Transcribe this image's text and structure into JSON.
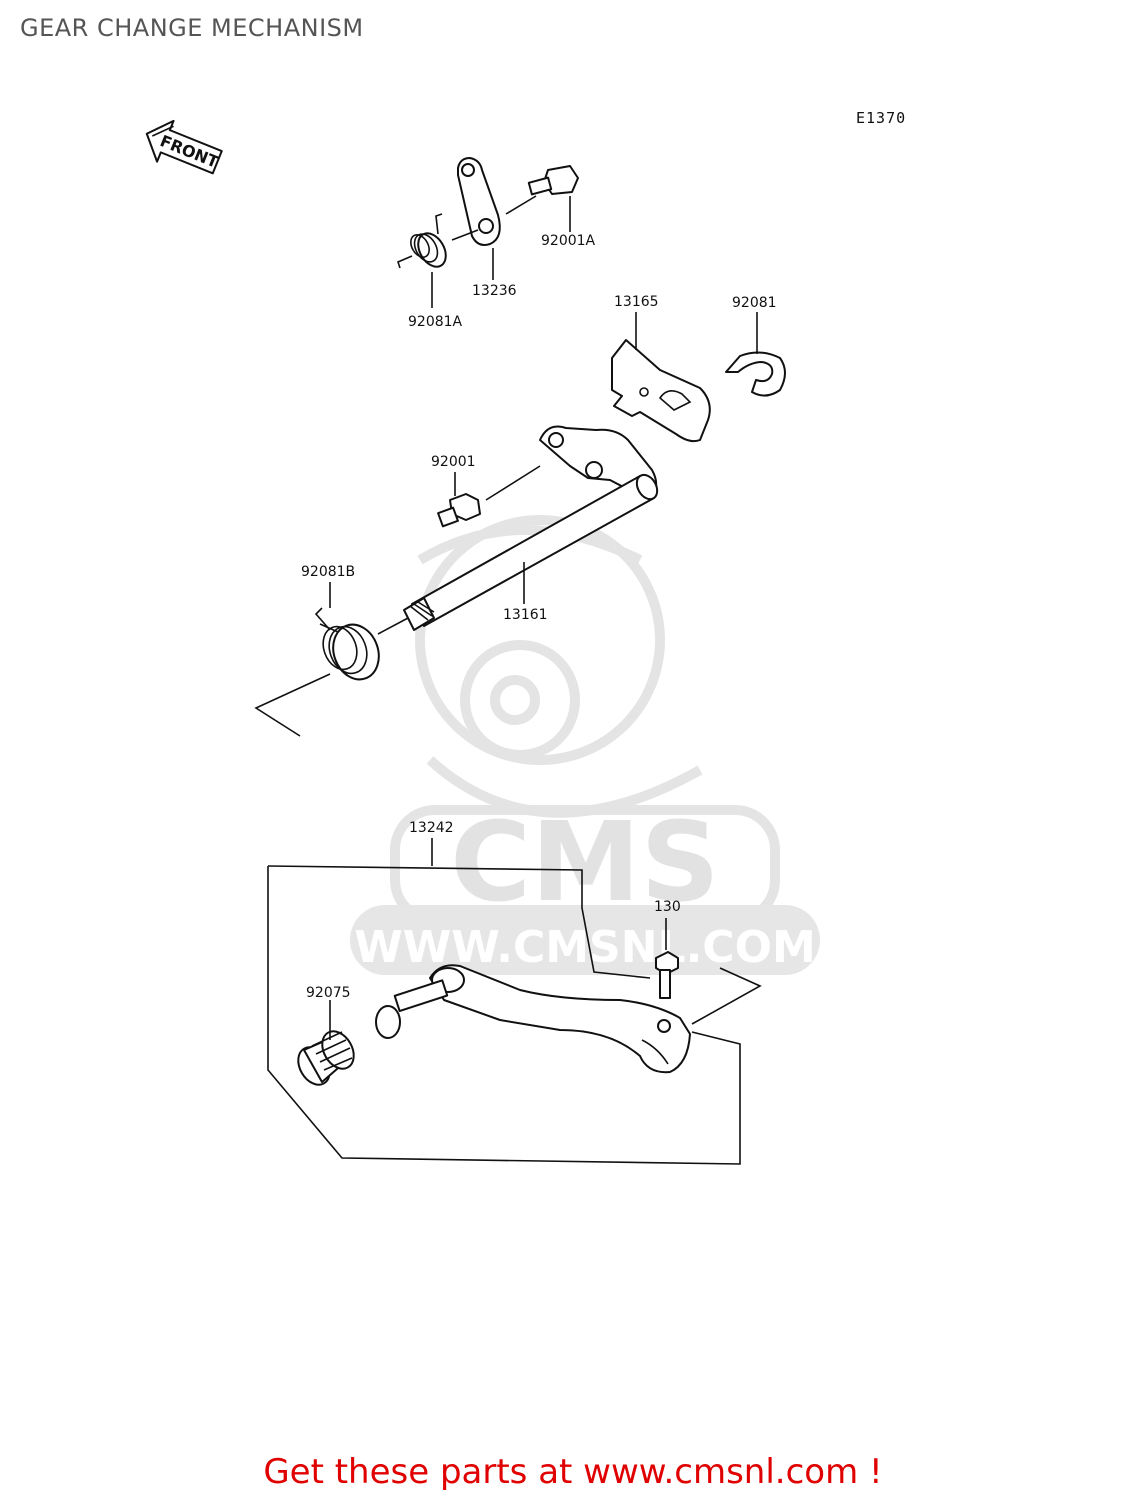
{
  "page": {
    "title": "GEAR CHANGE MECHANISM",
    "footer_link": "Get these parts at www.cmsnl.com !"
  },
  "diagram": {
    "code": "E1370",
    "front_arrow": "FRONT",
    "watermark": {
      "brand": "CMS",
      "url": "WWW.CMSNL.COM"
    },
    "parts": {
      "p92001A": "92001A",
      "p13236": "13236",
      "p92081A": "92081A",
      "p13165": "13165",
      "p92081": "92081",
      "p92001": "92001",
      "p92081B": "92081B",
      "p13161": "13161",
      "p13242": "13242",
      "p130": "130",
      "p92075": "92075"
    }
  },
  "colors": {
    "footer": "#e00000",
    "line": "#111111",
    "watermark": "#e4e4e4"
  }
}
